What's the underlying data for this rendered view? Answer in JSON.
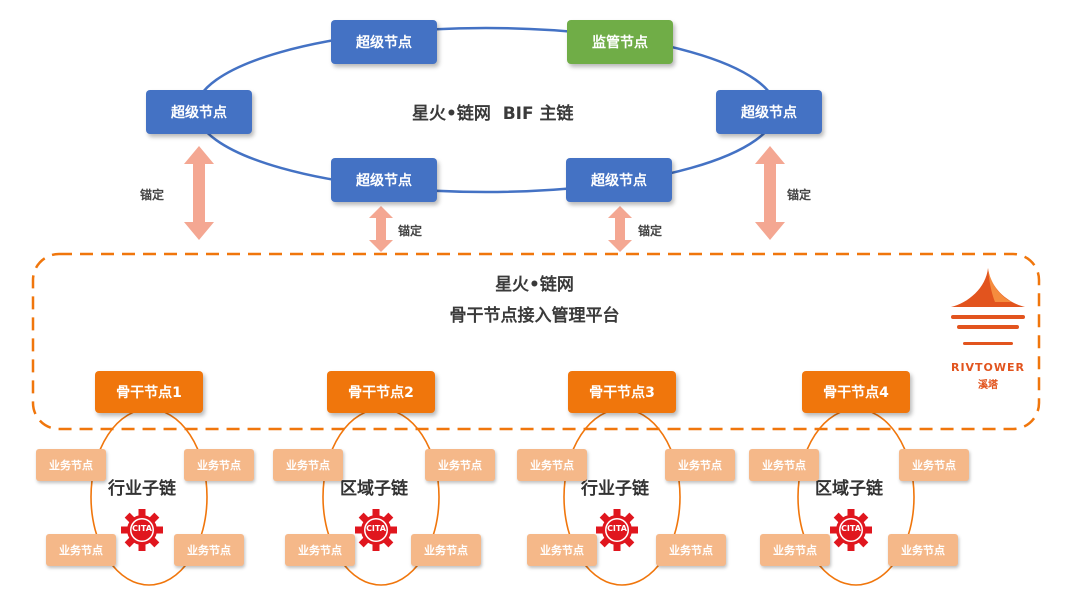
{
  "main_chain": {
    "title": "星火•链网  BIF 主链",
    "super_node_label": "超级节点",
    "supervision_node_label": "监管节点"
  },
  "anchor_label": "锚定",
  "platform": {
    "title_line1": "星火•链网",
    "title_line2": "骨干节点接入管理平台"
  },
  "brand": {
    "name_en": "RIVTOWER",
    "name_cn": "溪塔"
  },
  "subchains": [
    {
      "backbone_label": "骨干节点1",
      "chain_label": "行业子链",
      "logo_text": "CITA"
    },
    {
      "backbone_label": "骨干节点2",
      "chain_label": "区域子链",
      "logo_text": "CITA"
    },
    {
      "backbone_label": "骨干节点3",
      "chain_label": "行业子链",
      "logo_text": "CITA"
    },
    {
      "backbone_label": "骨干节点4",
      "chain_label": "区域子链",
      "logo_text": "CITA"
    }
  ],
  "business_node_label": "业务节点",
  "colors": {
    "super_node": "#4472c4",
    "supervision_node": "#70ad47",
    "backbone_node": "#f0760c",
    "business_node": "#f5b889",
    "anchor_arrow": "#f4a792",
    "platform_border": "#f0760c",
    "brand": "#e2541e",
    "cita_logo": "#e0161e"
  }
}
